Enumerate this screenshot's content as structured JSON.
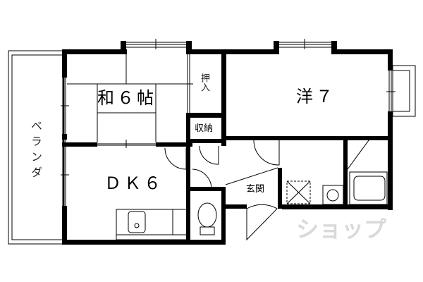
{
  "floor_plan": {
    "rooms": {
      "washitsu": {
        "label": "和６帖"
      },
      "youshitsu": {
        "label": "洋７"
      },
      "dk": {
        "label": "ＤＫ６"
      },
      "oshiire": {
        "label": "押入"
      },
      "shuno": {
        "label": "収納"
      },
      "genkan": {
        "label": "玄関"
      },
      "veranda": {
        "label": "ベランダ"
      }
    },
    "fixtures": [
      "kitchen-sink",
      "toilet",
      "washing-machine-space",
      "washbasin",
      "bathtub"
    ],
    "watermark": {
      "text": "ショップ"
    },
    "colors": {
      "wall": "#000000",
      "background": "#ffffff",
      "watermark": "#d9d9d9"
    }
  }
}
